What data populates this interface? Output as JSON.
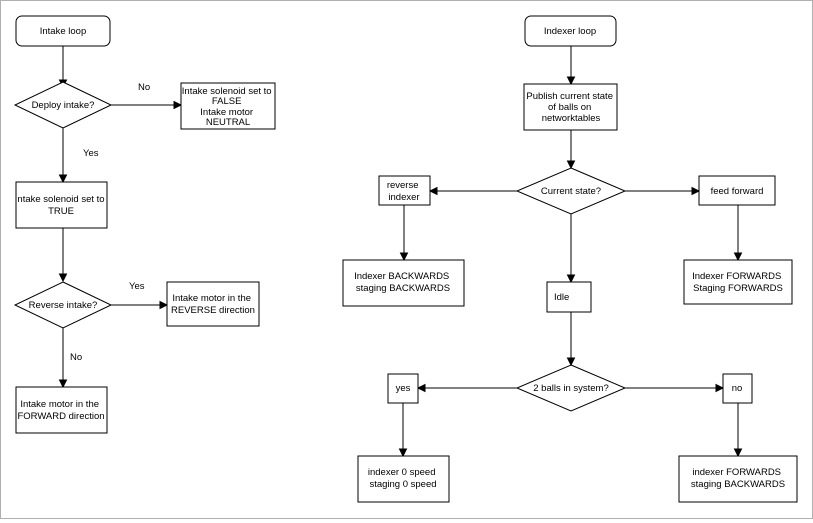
{
  "intake": {
    "start": "Intake loop",
    "deploy_q": "Deploy intake?",
    "no_label": "No",
    "no_box": [
      "Intake solenoid set to",
      "FALSE",
      "Intake motor",
      "NEUTRAL"
    ],
    "yes_label": "Yes",
    "solenoid_true": [
      "Intake solenoid set to",
      "TRUE"
    ],
    "reverse_q": "Reverse intake?",
    "rev_yes_label": "Yes",
    "reverse_box": [
      "Intake motor in the",
      "REVERSE direction"
    ],
    "rev_no_label": "No",
    "forward_box": [
      "Intake motor in the",
      "FORWARD direction"
    ]
  },
  "indexer": {
    "start": "Indexer loop",
    "publish": [
      "Publish current state",
      "of balls on",
      "networktables"
    ],
    "state_q": "Current state?",
    "reverse_state": [
      "reverse",
      "indexer"
    ],
    "feed_state": "feed forward",
    "idle_state": "Idle",
    "backwards_box": [
      "Indexer BACKWARDS",
      "staging BACKWARDS"
    ],
    "forwards_box": [
      "Indexer FORWARDS",
      "Staging FORWARDS"
    ],
    "balls_q": "2 balls in system?",
    "yes_box": "yes",
    "no_box": "no",
    "zero_box": [
      "indexer 0 speed",
      "staging 0 speed"
    ],
    "fwd_back_box": [
      "indexer FORWARDS",
      "staging BACKWARDS"
    ]
  }
}
